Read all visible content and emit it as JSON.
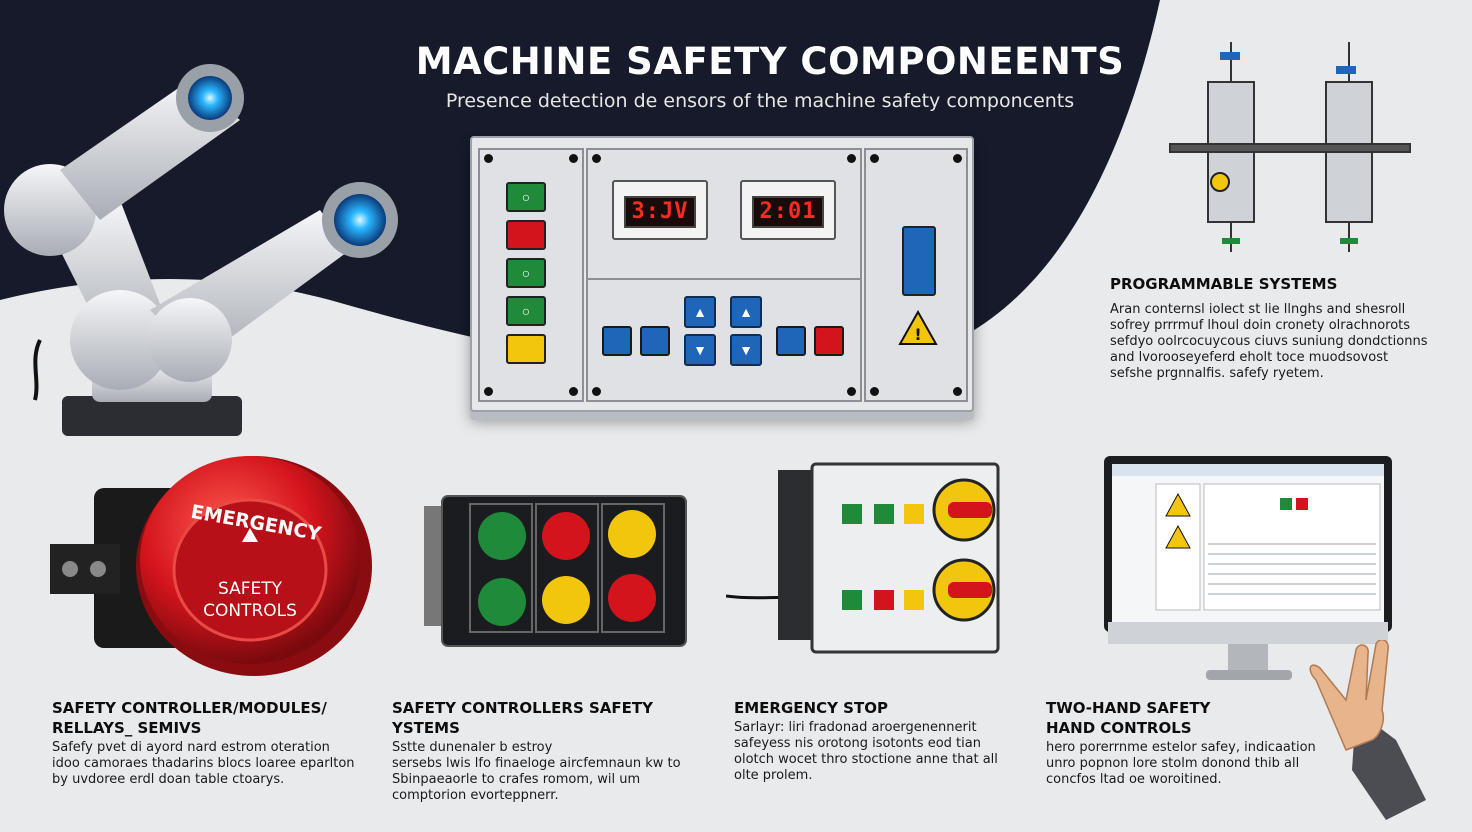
{
  "header": {
    "title": "MACHINE SAFETY COMPONEENTS",
    "subtitle": "Presence detection de ensors of the machine safety componcents"
  },
  "panel": {
    "display_left": "3:JV",
    "display_right": "2:01"
  },
  "emergency_button": {
    "ring_text": "EMERGENCY",
    "center_text_1": "SAFETY",
    "center_text_2": "CONTROLS"
  },
  "sections": {
    "programmable": {
      "heading": "PROGRAMMABLE SYSTEMS",
      "lines": [
        "Aran conternsl iolect st lie llnghs and shesroll",
        "sofrey prrrmuf lhoul doin cronety olrachnorots",
        "sefdyo oolrcocuycous ciuvs suniung dondctionns",
        "and lvorooseyeferd eholt toce muodsovost",
        "sefshe prgnnalfis. safefy ryetem."
      ]
    },
    "controllers_modules": {
      "heading_1": "SAFETY CONTROLLER/MODULES/",
      "heading_2": "RELLAYS_ SEMIVS",
      "lines": [
        "Safefy pvet di ayord nard estrom oteration",
        "idoo camoraes thadarins blocs loaree eparlton",
        "by uvdoree erdl doan table ctoarys."
      ]
    },
    "controllers_systems": {
      "heading": "SAFETY CONTROLLERS SAFETY YSTEMS",
      "lines": [
        "Sstte dunenaler b estroy",
        "sersebs lwis lfo finaeloge aircfemnaun kw to",
        "Sbinpaeaorle to crafes romom, wil um",
        "comptorion evorteppnerr."
      ]
    },
    "emergency_stop": {
      "heading": "EMERGENCY STOP",
      "lines": [
        "Sarlayr: liri fradonad aroergenennerit",
        "safeyess nis orotong isotonts eod tian",
        "olotch wocet thro stoctione anne that all",
        "olte prolem."
      ]
    },
    "two_hand": {
      "heading_1": "TWO-HAND SAFETY",
      "heading_2": "HAND CONTROLS",
      "lines": [
        "hero porerrnme estelor safey, indicaation",
        "unro popnon lore stolm donond thib all",
        "concfos ltad oe woroitined."
      ]
    }
  },
  "colors": {
    "dark_bg": "#161a2a",
    "panel_grey": "#e6e7e9",
    "red": "#d3141c",
    "green": "#1e8a3a",
    "yellow": "#f2c60c",
    "blue": "#1f66b8"
  }
}
